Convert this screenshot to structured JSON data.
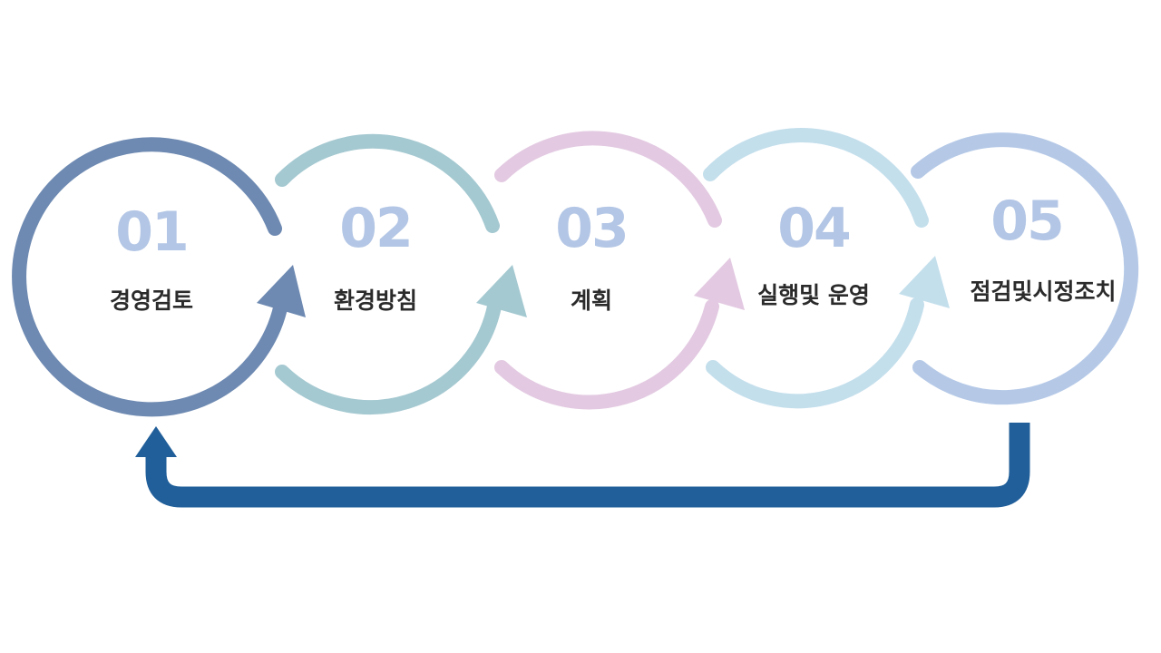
{
  "diagram": {
    "steps": [
      {
        "number": "01",
        "label": "경영검토",
        "color": "#6e8ab2"
      },
      {
        "number": "02",
        "label": "환경방침",
        "color": "#a5c9d1"
      },
      {
        "number": "03",
        "label": "계획",
        "color": "#e3cae2"
      },
      {
        "number": "04",
        "label": "실행및 운영",
        "color": "#c4dfec"
      },
      {
        "number": "05",
        "label": "점검및시정조치",
        "color": "#b5c9e7"
      }
    ],
    "number_color": "#b3c6e5",
    "feedback_color": "#215f9a"
  }
}
